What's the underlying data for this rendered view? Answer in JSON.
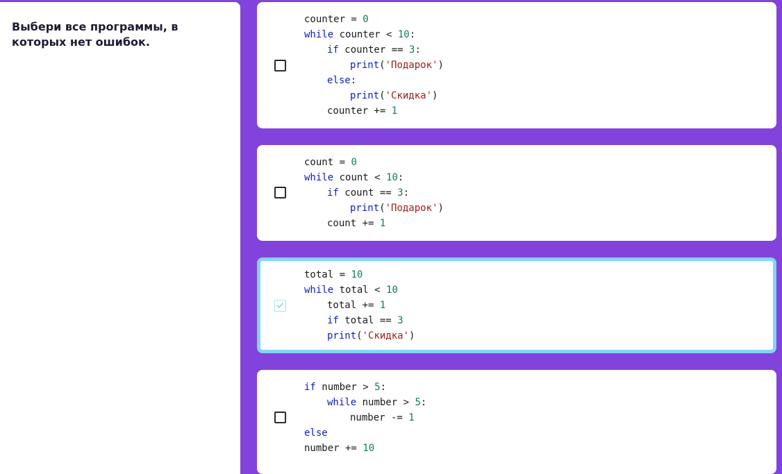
{
  "question": {
    "lines": [
      "Выбери все программы, в",
      "которых нет ошибок."
    ]
  },
  "options": [
    {
      "selected": false,
      "code": [
        {
          "indent": 0,
          "tokens": [
            {
              "t": "counter = "
            },
            {
              "t": "0",
              "c": "num"
            }
          ]
        },
        {
          "indent": 0,
          "tokens": [
            {
              "t": "while",
              "c": "kw"
            },
            {
              "t": " counter < "
            },
            {
              "t": "10",
              "c": "num"
            },
            {
              "t": ":"
            }
          ]
        },
        {
          "indent": 1,
          "tokens": [
            {
              "t": "if",
              "c": "kw"
            },
            {
              "t": " counter == "
            },
            {
              "t": "3",
              "c": "num"
            },
            {
              "t": ":"
            }
          ]
        },
        {
          "indent": 2,
          "tokens": [
            {
              "t": "print",
              "c": "kw"
            },
            {
              "t": "("
            },
            {
              "t": "'Подарок'",
              "c": "str"
            },
            {
              "t": ")"
            }
          ]
        },
        {
          "indent": 1,
          "tokens": [
            {
              "t": "else",
              "c": "kw"
            },
            {
              "t": ":"
            }
          ]
        },
        {
          "indent": 2,
          "tokens": [
            {
              "t": "print",
              "c": "kw"
            },
            {
              "t": "("
            },
            {
              "t": "'Скидка'",
              "c": "str"
            },
            {
              "t": ")"
            }
          ]
        },
        {
          "indent": 1,
          "tokens": [
            {
              "t": "counter += "
            },
            {
              "t": "1",
              "c": "num"
            }
          ]
        }
      ]
    },
    {
      "selected": false,
      "code": [
        {
          "indent": 0,
          "tokens": [
            {
              "t": "count = "
            },
            {
              "t": "0",
              "c": "num"
            }
          ]
        },
        {
          "indent": 0,
          "tokens": [
            {
              "t": "while",
              "c": "kw"
            },
            {
              "t": " count < "
            },
            {
              "t": "10",
              "c": "num"
            },
            {
              "t": ":"
            }
          ]
        },
        {
          "indent": 1,
          "tokens": [
            {
              "t": "if",
              "c": "kw"
            },
            {
              "t": " count == "
            },
            {
              "t": "3",
              "c": "num"
            },
            {
              "t": ":"
            }
          ]
        },
        {
          "indent": 2,
          "tokens": [
            {
              "t": "print",
              "c": "kw"
            },
            {
              "t": "("
            },
            {
              "t": "'Подарок'",
              "c": "str"
            },
            {
              "t": ")"
            }
          ]
        },
        {
          "indent": 1,
          "tokens": [
            {
              "t": "count += "
            },
            {
              "t": "1",
              "c": "num"
            }
          ]
        }
      ]
    },
    {
      "selected": true,
      "code": [
        {
          "indent": 0,
          "tokens": [
            {
              "t": "total = "
            },
            {
              "t": "10",
              "c": "num"
            }
          ]
        },
        {
          "indent": 0,
          "tokens": [
            {
              "t": "while",
              "c": "kw"
            },
            {
              "t": " total < "
            },
            {
              "t": "10",
              "c": "num"
            }
          ]
        },
        {
          "indent": 1,
          "tokens": [
            {
              "t": "total += "
            },
            {
              "t": "1",
              "c": "num"
            }
          ]
        },
        {
          "indent": 1,
          "tokens": [
            {
              "t": "if",
              "c": "kw"
            },
            {
              "t": " total == "
            },
            {
              "t": "3",
              "c": "num"
            }
          ]
        },
        {
          "indent": 1,
          "tokens": [
            {
              "t": "print",
              "c": "kw"
            },
            {
              "t": "("
            },
            {
              "t": "'Скидка'",
              "c": "str"
            },
            {
              "t": ")"
            }
          ]
        }
      ]
    },
    {
      "selected": false,
      "code": [
        {
          "indent": 0,
          "tokens": [
            {
              "t": "if",
              "c": "kw"
            },
            {
              "t": " number > "
            },
            {
              "t": "5",
              "c": "num"
            },
            {
              "t": ":"
            }
          ]
        },
        {
          "indent": 1,
          "tokens": [
            {
              "t": "while",
              "c": "kw"
            },
            {
              "t": " number > "
            },
            {
              "t": "5",
              "c": "num"
            },
            {
              "t": ":"
            }
          ]
        },
        {
          "indent": 2,
          "tokens": [
            {
              "t": "number -= "
            },
            {
              "t": "1",
              "c": "num"
            }
          ]
        },
        {
          "indent": 0,
          "tokens": [
            {
              "t": "else",
              "c": "kw"
            }
          ]
        },
        {
          "indent": 0,
          "tokens": [
            {
              "t": "number += "
            },
            {
              "t": "10",
              "c": "num"
            }
          ]
        }
      ]
    }
  ],
  "colors": {
    "background": "#8143dc",
    "selected_border": "#84d4f6",
    "keyword": "#0d1ebf",
    "number": "#0f7a5b",
    "string": "#9e1b1b"
  }
}
